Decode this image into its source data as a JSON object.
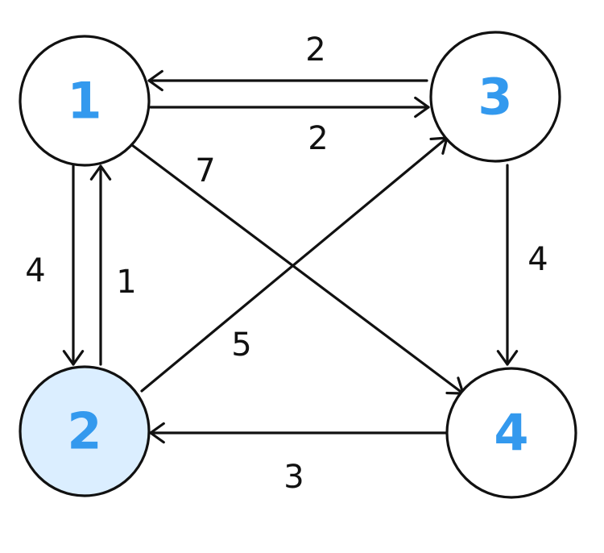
{
  "colors": {
    "stroke": "#111111",
    "node_label": "#3399ee",
    "node_fill": "#ffffff",
    "highlight_fill": "#dbeeff"
  },
  "nodes": [
    {
      "id": "1",
      "label": "1",
      "highlighted": false
    },
    {
      "id": "2",
      "label": "2",
      "highlighted": true
    },
    {
      "id": "3",
      "label": "3",
      "highlighted": false
    },
    {
      "id": "4",
      "label": "4",
      "highlighted": false
    }
  ],
  "edges": [
    {
      "from": "3",
      "to": "1",
      "weight": "2"
    },
    {
      "from": "1",
      "to": "3",
      "weight": "2"
    },
    {
      "from": "1",
      "to": "2",
      "weight": "4"
    },
    {
      "from": "2",
      "to": "1",
      "weight": "1"
    },
    {
      "from": "1",
      "to": "4",
      "weight": "7"
    },
    {
      "from": "2",
      "to": "3",
      "weight": "5"
    },
    {
      "from": "3",
      "to": "4",
      "weight": "4"
    },
    {
      "from": "4",
      "to": "2",
      "weight": "3"
    }
  ]
}
